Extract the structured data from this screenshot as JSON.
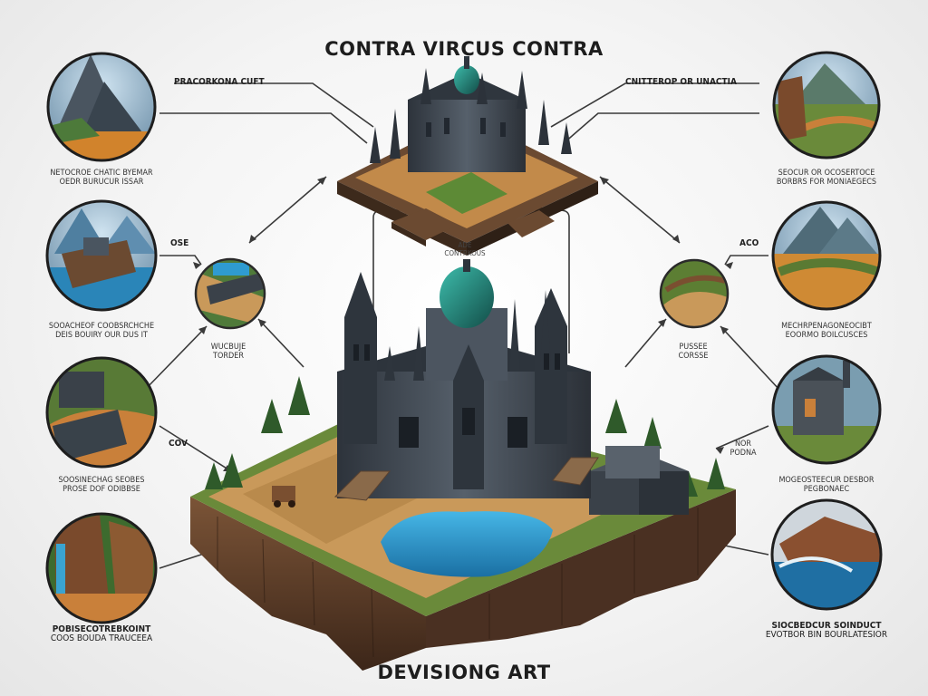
{
  "title": "CONTRA VIRCUS CONTRA",
  "footer_title": "DEVISIONG ART",
  "top_callouts": {
    "left": "PRACORKONA CUFT",
    "right": "CNITTEROP OR UNACTIA"
  },
  "center_label": {
    "line1": "ADE",
    "line2": "CONTRKOUS"
  },
  "left_column": [
    {
      "caption_line1": "NETOCROE CHATIC BYEMAR",
      "caption_line2": "OEDR BURUCUR ISSAR"
    },
    {
      "caption_line1": "SOOACHEOF COOBSRCHCHE",
      "caption_line2": "DEIS BOUIRY OUR DUS IT"
    },
    {
      "caption_line1": "SOOSINECHAG SEOBES",
      "caption_line2": "PROSE DOF ODIBBSE"
    },
    {
      "caption_line1": "POBISECOTREBKOINT",
      "caption_line2": "COOS BOUDA TRAUCEEA"
    }
  ],
  "right_column": [
    {
      "caption_line1": "SEOCUR OR OCOSERTOCE",
      "caption_line2": "BORBRS FOR MONIAEGECS"
    },
    {
      "caption_line1": "MECHRPENAGONEOCIBT",
      "caption_line2": "EOORMO BOILCUSCES"
    },
    {
      "caption_line1": "MOGEOSTEECUR DESBOR",
      "caption_line2": "PEGBONAEC"
    },
    {
      "caption_line1": "SIOCBEDCUR SOINDUCT",
      "caption_line2": "EVOTBOR BIN BOURLATESIOR"
    }
  ],
  "side_labels": {
    "left_top": "OSE",
    "left_mid_line1": "WUCBUJE",
    "left_mid_line2": "TORDER",
    "left_low": "COV",
    "right_top": "ACO",
    "right_mid_line1": "PUSSEE",
    "right_mid_line2": "CORSSE",
    "right_low_line1": "NOR",
    "right_low_line2": "PODNA"
  },
  "colors": {
    "line": "#3a3a3a",
    "stone": "#3f4750",
    "dome": "#1f7d74",
    "grass": "#6c8a3a",
    "sand": "#c99a4a",
    "water": "#2f9bd0",
    "cliff": "#6a4630"
  }
}
